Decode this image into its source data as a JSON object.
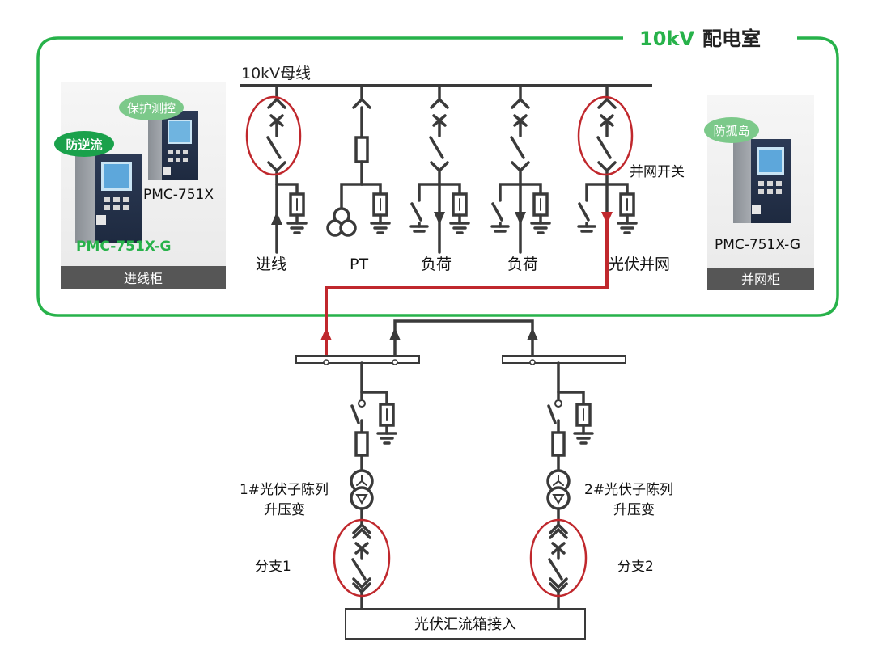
{
  "room": {
    "title_kv": "10kV",
    "title_cn": "配电室",
    "accent": "#27b24a"
  },
  "bus": {
    "label": "10kV母线"
  },
  "feeders": {
    "incoming": "进线",
    "pt": "PT",
    "load1": "负荷",
    "load2": "负荷",
    "pv_grid": "光伏并网",
    "grid_switch": "并网开关"
  },
  "cabinets": {
    "incoming": {
      "label": "进线柜",
      "badge_protection": "保护测控",
      "badge_anti_reverse": "防逆流",
      "device_1": "PMC-751X",
      "device_2": "PMC-751X-G"
    },
    "grid": {
      "label": "并网柜",
      "badge_island": "防孤岛",
      "device": "PMC-751X-G"
    }
  },
  "pv": {
    "transformer_1": {
      "line1": "1#光伏子陈列",
      "line2": "升压变"
    },
    "transformer_2": {
      "line1": "2#光伏子陈列",
      "line2": "升压变"
    },
    "branch_1": "分支1",
    "branch_2": "分支2",
    "combiner": "光伏汇流箱接入"
  },
  "colors": {
    "highlight_red": "#c0282d",
    "line_dark": "#3a3a3a",
    "device_green": "#27b24a",
    "cabinet_bar": "#565656"
  }
}
